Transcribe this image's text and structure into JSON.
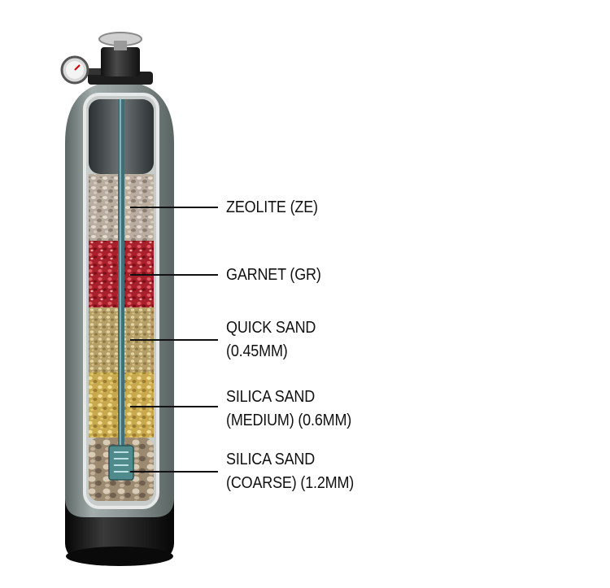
{
  "colors": {
    "tank_body": "#8f9a98",
    "tank_base": "#1a1a1a",
    "valve": "#2b2b2b",
    "leader_line": "#111111",
    "zeolite": "#b9ada0",
    "garnet": "#b32a35",
    "quick_sand": "#c2ac72",
    "silica_medium": "#cfb058",
    "silica_coarse": "#a79478",
    "riser_pipe": "#3f6f77"
  },
  "icons": [
    "pressure-gauge-icon",
    "valve-handle-icon",
    "strainer-icon"
  ],
  "layers": [
    {
      "key": "zeolite",
      "lines": [
        "ZEOLITE (ZE)",
        ""
      ]
    },
    {
      "key": "garnet",
      "lines": [
        "GARNET (GR)",
        ""
      ]
    },
    {
      "key": "quick_sand",
      "lines": [
        "QUICK SAND",
        "(0.45MM)"
      ]
    },
    {
      "key": "silica_medium",
      "lines": [
        "SILICA SAND",
        "(MEDIUM) (0.6MM)"
      ]
    },
    {
      "key": "silica_coarse",
      "lines": [
        "SILICA SAND",
        "(COARSE) (1.2MM)"
      ]
    }
  ]
}
